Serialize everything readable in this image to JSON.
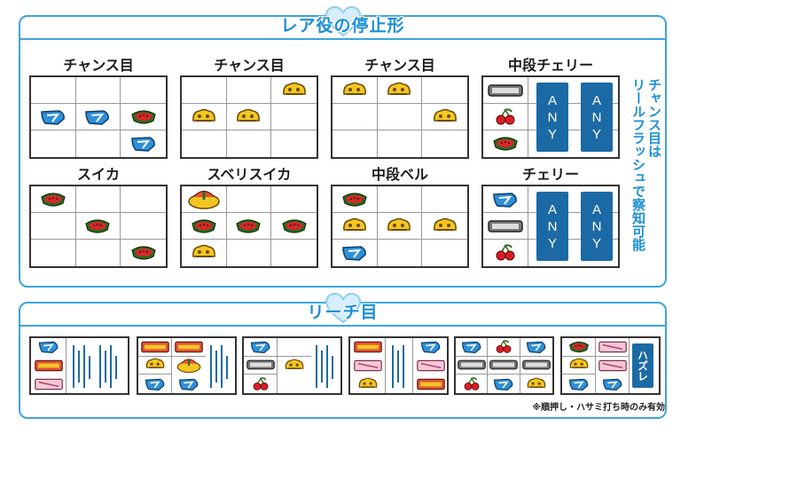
{
  "rare": {
    "title": "レア役の停止形",
    "groups": [
      {
        "title": "チャンス目"
      },
      {
        "title": "チャンス目"
      },
      {
        "title": "チャンス目"
      },
      {
        "title": "中段チェリー",
        "any1": "A\nN\nY",
        "any2": "A\nN\nY"
      },
      {
        "title": "スイカ"
      },
      {
        "title": "スベリスイカ"
      },
      {
        "title": "中段ベル"
      },
      {
        "title": "チェリー",
        "any1": "A\nN\nY",
        "any2": "A\nN\nY"
      }
    ],
    "note_line1": "チャンス目は",
    "note_line2": "リールフラッシュで察知可能"
  },
  "reach": {
    "title": "リーチ目",
    "hazure_label": "ハズレ",
    "footnote": "※順押し・ハサミ打ち時のみ有効"
  },
  "colors": {
    "accent": "#3ea3dd",
    "title_blue": "#1b8fd6",
    "any_bg": "#1c6aa5"
  },
  "symbols": [
    "blue-seven-icon",
    "bell-icon",
    "watermelon-icon",
    "cherry-icon",
    "bar-icon",
    "pink-bar-icon",
    "bonus-bar-icon"
  ]
}
